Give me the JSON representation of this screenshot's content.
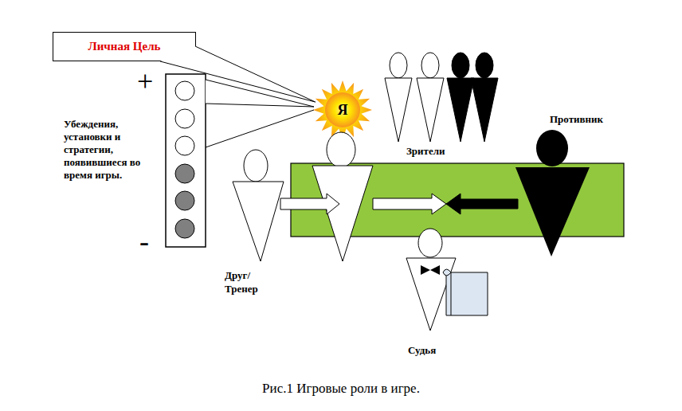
{
  "diagram": {
    "caption": "Рис.1 Игровые роли в игре.",
    "nodes": [
      {
        "text": [
          "Личная Цель"
        ]
      },
      {
        "text": [
          "Я"
        ]
      }
    ],
    "edges": [
      {
        "from": 0,
        "to": 1,
        "arrow": "none"
      }
    ],
    "labels": [
      "+",
      "-",
      "Убеждения, установки и стратегии, появившиеся во время игры.",
      "Зрители",
      "Противник",
      "Друг/ Тренер",
      "Судья"
    ]
  }
}
